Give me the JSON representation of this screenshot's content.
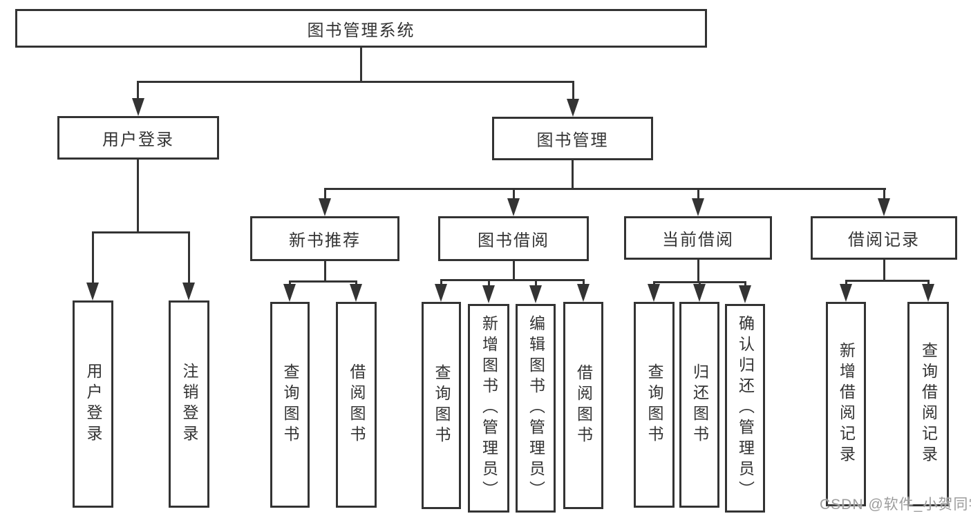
{
  "tree": {
    "root": {
      "label": "图书管理系统"
    },
    "children": [
      {
        "label": "用户登录",
        "children": [
          {
            "label": "用户登录"
          },
          {
            "label": "注销登录"
          }
        ]
      },
      {
        "label": "图书管理",
        "children": [
          {
            "label": "新书推荐",
            "children": [
              {
                "label": "查询图书"
              },
              {
                "label": "借阅图书"
              }
            ]
          },
          {
            "label": "图书借阅",
            "children": [
              {
                "label": "查询图书"
              },
              {
                "label": "新增图书（管理员）"
              },
              {
                "label": "编辑图书（管理员）"
              },
              {
                "label": "借阅图书"
              }
            ]
          },
          {
            "label": "当前借阅",
            "children": [
              {
                "label": "查询图书"
              },
              {
                "label": "归还图书"
              },
              {
                "label": "确认归还（管理员）"
              }
            ]
          },
          {
            "label": "借阅记录",
            "children": [
              {
                "label": "新增借阅记录"
              },
              {
                "label": "查询借阅记录"
              }
            ]
          }
        ]
      }
    ]
  },
  "watermark": {
    "text": "CSDN @软件_小贺同学"
  },
  "colors": {
    "line": "#333333",
    "box_border": "#333333",
    "box_background": "#ffffff",
    "text": "#333333",
    "watermark": "#9c9c9c"
  }
}
